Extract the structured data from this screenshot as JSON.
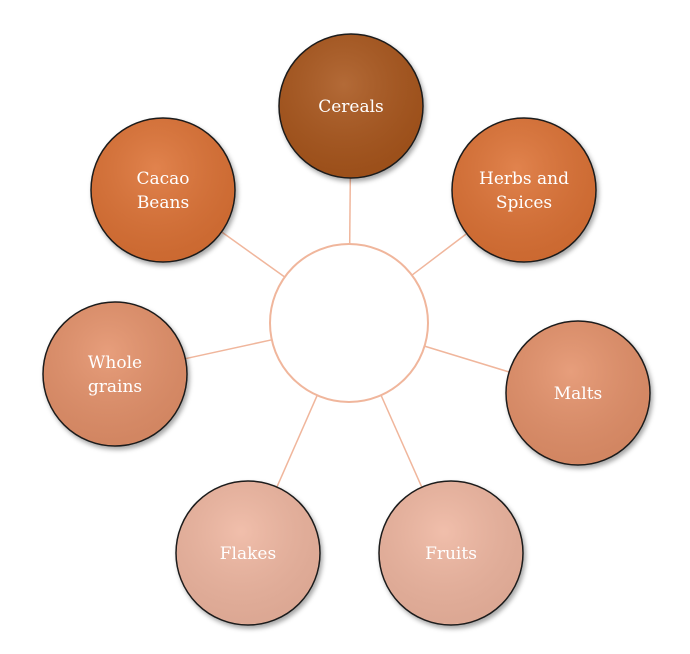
{
  "diagram": {
    "center_label": "",
    "colors": {
      "connector": "#f0b69c",
      "center_stroke": "#f0b69c",
      "center_fill": "#ffffff",
      "node_stroke": "#1a1a1a",
      "text": "#ffffff"
    },
    "nodes": [
      {
        "id": "cereals",
        "lines": [
          "Cereals"
        ],
        "fill": "#a9561f"
      },
      {
        "id": "herbs-and-spices",
        "lines": [
          "Herbs and",
          "Spices"
        ],
        "fill": "#dd7236"
      },
      {
        "id": "malts",
        "lines": [
          "Malts"
        ],
        "fill": "#e4916a"
      },
      {
        "id": "fruits",
        "lines": [
          "Fruits"
        ],
        "fill": "#efb6a0"
      },
      {
        "id": "flakes",
        "lines": [
          "Flakes"
        ],
        "fill": "#efb6a0"
      },
      {
        "id": "whole-grains",
        "lines": [
          "Whole",
          "grains"
        ],
        "fill": "#e4916a"
      },
      {
        "id": "cacao-beans",
        "lines": [
          "Cacao",
          "Beans"
        ],
        "fill": "#dd7236"
      }
    ]
  }
}
